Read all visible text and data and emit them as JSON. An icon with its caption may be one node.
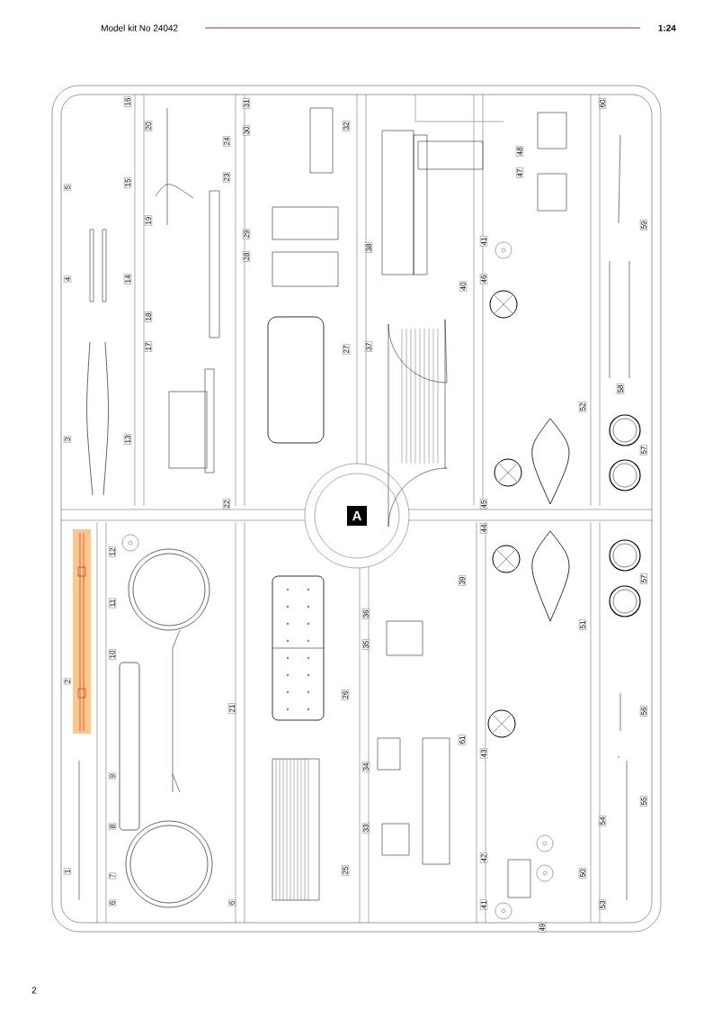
{
  "diagram": {
    "labels": [
      "Model kit No 24042",
      "1:24",
      "16",
      "5",
      "15",
      "4",
      "14",
      "3",
      "13",
      "20",
      "19",
      "18",
      "17",
      "24",
      "23",
      "22",
      "31",
      "30",
      "29",
      "28",
      "32",
      "27",
      "38",
      "37",
      "40",
      "41",
      "46",
      "48",
      "47",
      "60",
      "59",
      "58",
      "52",
      "57",
      "45",
      "A",
      "12",
      "11",
      "10",
      "2",
      "9",
      "8",
      "7",
      "1",
      "6",
      "6",
      "21",
      "26",
      "25",
      "36",
      "35",
      "34",
      "33",
      "39",
      "44",
      "61",
      "43",
      "42",
      "41",
      "49",
      "51",
      "50",
      "57",
      "56",
      "55",
      "54",
      "53",
      "2"
    ]
  }
}
